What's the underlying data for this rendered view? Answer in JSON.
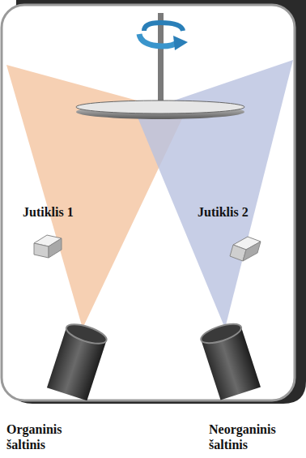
{
  "diagram": {
    "labels": [
      "Jutiklis 1",
      "Jutiklis 2",
      "Organinis šaltinis",
      "Neorganinis šaltinis"
    ]
  }
}
